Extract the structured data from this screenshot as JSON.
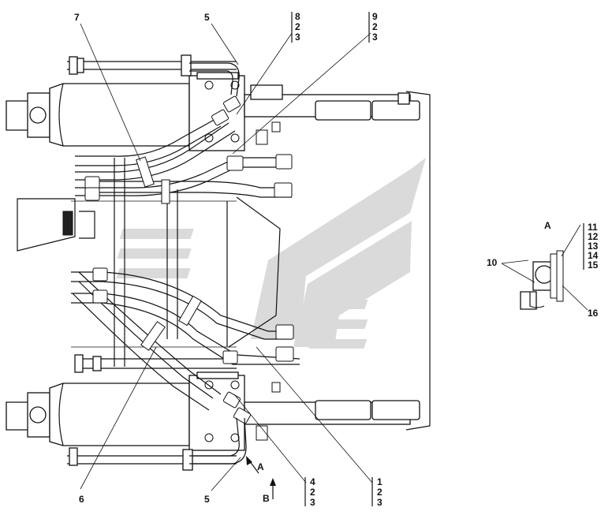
{
  "callouts": {
    "c7": "7",
    "c5_top": "5",
    "c5_bottom": "5",
    "c6": "6",
    "c10": "10",
    "c16": "16",
    "view_a_label": "A",
    "arrow_a_label": "A",
    "arrow_b_label": "B"
  },
  "stacks": {
    "top_8": [
      "8",
      "2",
      "3"
    ],
    "top_9": [
      "9",
      "2",
      "3"
    ],
    "bottom_4": [
      "4",
      "2",
      "3"
    ],
    "bottom_1": [
      "1",
      "2",
      "3"
    ],
    "detail_a": [
      "11",
      "12",
      "13",
      "14",
      "15"
    ]
  },
  "colors": {
    "line": "#111111",
    "watermark": "#d9d9d9",
    "background": "#ffffff"
  }
}
